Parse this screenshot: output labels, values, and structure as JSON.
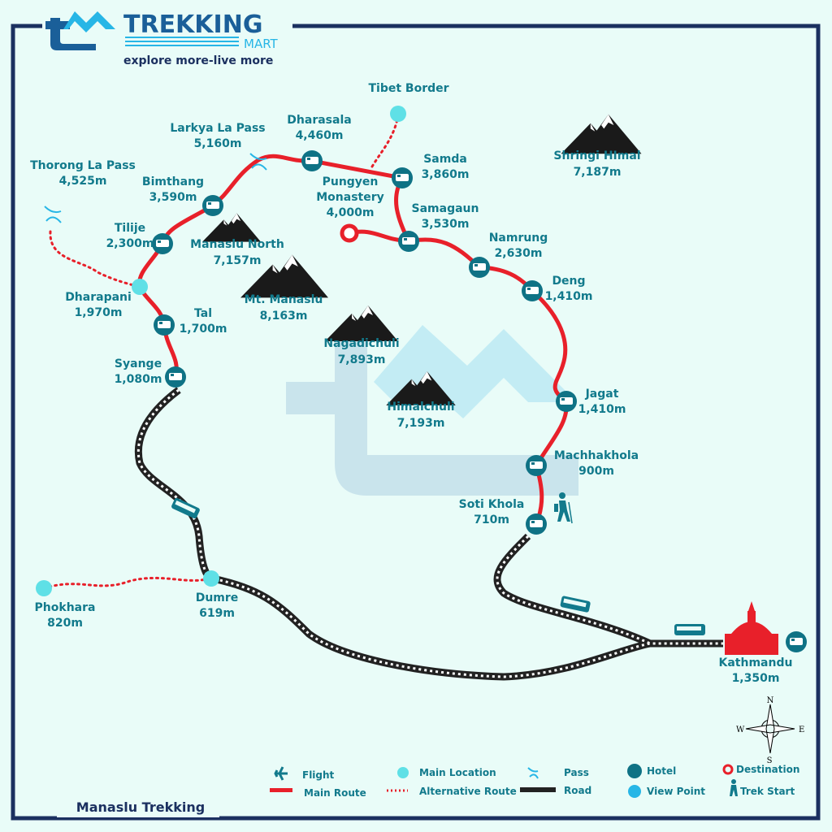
{
  "brand": {
    "name": "TREKKING",
    "sub": "MART",
    "tagline": "explore more-live more"
  },
  "title": "Manaslu Trekking",
  "colors": {
    "main_route": "#e8202a",
    "text": "#127a8c",
    "hotel": "#0f7285",
    "location": "#5fe0e6",
    "border": "#1b3060",
    "background": "#e9fcf8"
  },
  "locations": [
    {
      "name": "Thorong La Pass",
      "elevation": "4,525m",
      "type": "pass"
    },
    {
      "name": "Larkya La Pass",
      "elevation": "5,160m",
      "type": "pass"
    },
    {
      "name": "Dharasala",
      "elevation": "4,460m",
      "type": "hotel"
    },
    {
      "name": "Tibet Border",
      "elevation": "",
      "type": "main-location"
    },
    {
      "name": "Samda",
      "elevation": "3,860m",
      "type": "hotel"
    },
    {
      "name": "Pungyen Monastery",
      "elevation": "4,000m",
      "type": "destination"
    },
    {
      "name": "Samagaun",
      "elevation": "3,530m",
      "type": "hotel"
    },
    {
      "name": "Namrung",
      "elevation": "2,630m",
      "type": "hotel"
    },
    {
      "name": "Deng",
      "elevation": "1,410m",
      "type": "hotel"
    },
    {
      "name": "Jagat",
      "elevation": "1,410m",
      "type": "hotel"
    },
    {
      "name": "Machhakhola",
      "elevation": "900m",
      "type": "hotel"
    },
    {
      "name": "Soti Khola",
      "elevation": "710m",
      "type": "hotel"
    },
    {
      "name": "Bimthang",
      "elevation": "3,590m",
      "type": "hotel"
    },
    {
      "name": "Tilije",
      "elevation": "2,300m",
      "type": "hotel"
    },
    {
      "name": "Dharapani",
      "elevation": "1,970m",
      "type": "main-location"
    },
    {
      "name": "Tal",
      "elevation": "1,700m",
      "type": "hotel"
    },
    {
      "name": "Syange",
      "elevation": "1,080m",
      "type": "hotel"
    },
    {
      "name": "Dumre",
      "elevation": "619m",
      "type": "main-location"
    },
    {
      "name": "Phokhara",
      "elevation": "820m",
      "type": "main-location"
    },
    {
      "name": "Kathmandu",
      "elevation": "1,350m",
      "type": "hotel"
    }
  ],
  "peaks": [
    {
      "name": "Shringi HImal",
      "elevation": "7,187m"
    },
    {
      "name": "Manaslu North",
      "elevation": "7,157m"
    },
    {
      "name": "Mt. Manaslu",
      "elevation": "8,163m"
    },
    {
      "name": "Nagadichuli",
      "elevation": "7,893m"
    },
    {
      "name": "Himalchuli",
      "elevation": "7,193m"
    }
  ],
  "compass": {
    "n": "N",
    "e": "E",
    "s": "S",
    "w": "W"
  },
  "legend": [
    {
      "label": "Flight",
      "icon": "flight-icon"
    },
    {
      "label": "Main Route",
      "icon": "main-route-line"
    },
    {
      "label": "Main Location",
      "icon": "main-location-dot"
    },
    {
      "label": "Alternative Route",
      "icon": "alt-route-line"
    },
    {
      "label": "Pass",
      "icon": "pass-icon"
    },
    {
      "label": "Road",
      "icon": "road-line"
    },
    {
      "label": "Hotel",
      "icon": "hotel-icon"
    },
    {
      "label": "View Point",
      "icon": "view-point-icon"
    },
    {
      "label": "Destination",
      "icon": "destination-icon"
    },
    {
      "label": "Trek Start",
      "icon": "trek-start-icon"
    }
  ]
}
